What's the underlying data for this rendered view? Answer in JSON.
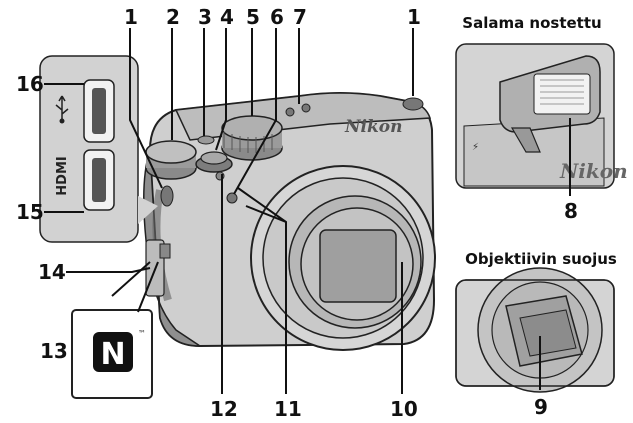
{
  "callouts": {
    "n1": "1",
    "n2": "2",
    "n3": "3",
    "n4": "4",
    "n5": "5",
    "n6": "6",
    "n7": "7",
    "n8": "8",
    "n9": "9",
    "n10": "10",
    "n11": "11",
    "n12": "12",
    "n13": "13",
    "n14": "14",
    "n15": "15",
    "n16": "16"
  },
  "panels": {
    "flash_title": "Salama nostettu",
    "lens_cover_title": "Objektiivin suojus"
  },
  "camera": {
    "brand": "Nikon",
    "port_label_hdmi": "HDMI",
    "nfc_mark": "N",
    "nfc_tm": "™"
  },
  "colors": {
    "body": "#c9c9c9",
    "body_dark": "#9a9a9a",
    "panel_bg": "#d2d2d2",
    "lens_glass": "#a9a9a9",
    "ink": "#111111"
  },
  "icons": [
    "usb-icon",
    "hdmi-icon",
    "nfc-icon",
    "flash-icon"
  ]
}
